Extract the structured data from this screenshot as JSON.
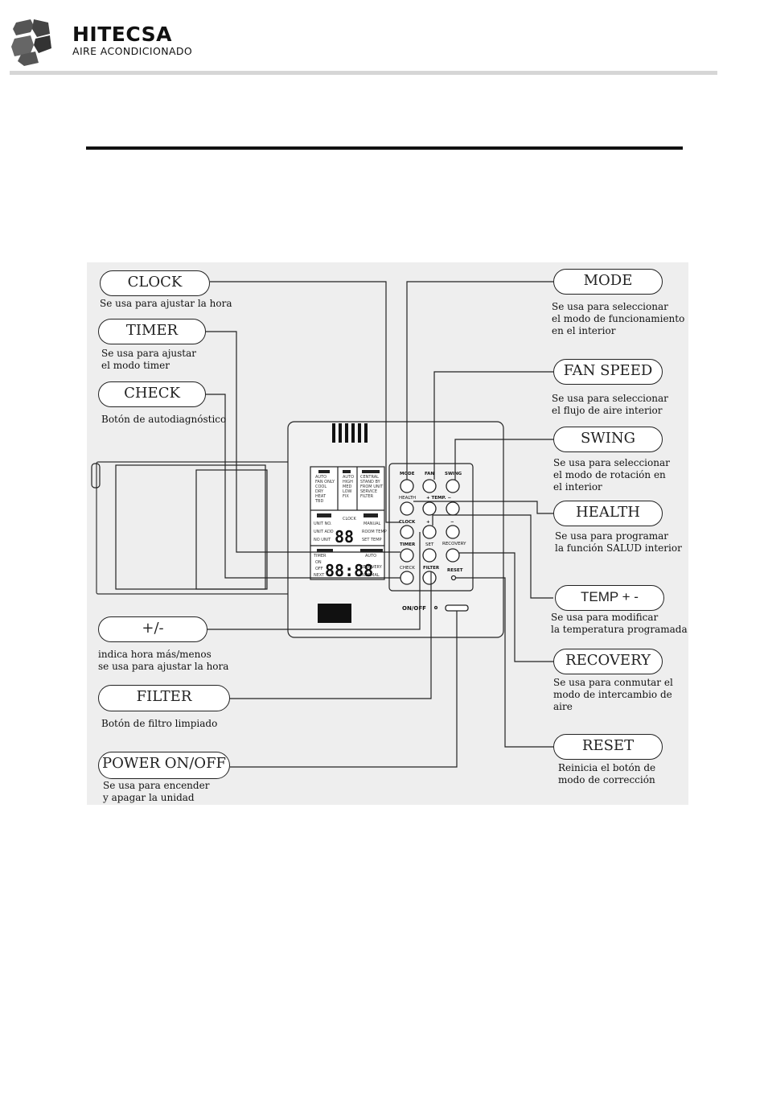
{
  "header": {
    "brand_name": "HITECSA",
    "brand_subtitle": "AIRE ACONDICIONADO"
  },
  "labels": {
    "clock": {
      "title": "CLOCK",
      "desc": [
        "Se usa para ajustar la hora"
      ]
    },
    "timer": {
      "title": "TIMER",
      "desc": [
        "Se usa para ajustar",
        "el modo timer"
      ]
    },
    "check": {
      "title": "CHECK",
      "desc": [
        "Botón de autodiagnóstico"
      ]
    },
    "plusminus": {
      "title": "+/-",
      "desc": [
        "indica hora más/menos",
        "se usa para ajustar la hora"
      ]
    },
    "filter": {
      "title": "FILTER",
      "desc": [
        "Botón de filtro limpiado"
      ]
    },
    "power": {
      "title": "POWER ON/OFF",
      "desc": [
        "Se usa para encender",
        "y apagar la unidad"
      ]
    },
    "mode": {
      "title": "MODE",
      "desc": [
        "Se usa para seleccionar",
        "el modo de funcionamiento",
        "en el interior"
      ]
    },
    "fanspeed": {
      "title": "FAN SPEED",
      "desc": [
        "Se usa para seleccionar",
        "el flujo de aire interior"
      ]
    },
    "swing": {
      "title": "SWING",
      "desc": [
        "Se usa para seleccionar",
        "el modo de rotación en",
        "el interior"
      ]
    },
    "health": {
      "title": "HEALTH",
      "desc": [
        "Se usa para programar",
        "la función SALUD interior"
      ]
    },
    "temp": {
      "title": "TEMP + -",
      "desc": [
        "Se usa para modificar",
        "la temperatura programada"
      ]
    },
    "recovery": {
      "title": "RECOVERY",
      "desc": [
        "Se usa para conmutar el",
        "modo de intercambio de",
        "aire"
      ]
    },
    "reset": {
      "title": "RESET",
      "desc": [
        "Reinicia el botón de",
        "modo de corrección"
      ]
    }
  },
  "panel": {
    "buttons": {
      "mode": "MODE",
      "fan": "FAN",
      "swing": "SWING",
      "health": "HEALTH",
      "temp": "TEMP.",
      "clock": "CLOCK",
      "timer": "TIMER",
      "set": "SET",
      "recovery": "RECOVERY",
      "check": "CHECK",
      "filter": "FILTER",
      "reset": "RESET",
      "onoff": "ON/OFF"
    },
    "lcd": {
      "col1": [
        "AUTO",
        "FAN ONLY",
        "COOL",
        "DRY",
        "HEAT",
        "TBD"
      ],
      "col2": [
        "AUTO",
        "HIGH",
        "MED",
        "LOW",
        "FIX"
      ],
      "col3": [
        "CENTRAL",
        "STAND BY",
        "FROM UNIT",
        "SERVICE",
        "FILTER"
      ],
      "mid_left": [
        "UNIT NO.",
        "UNIT ADD",
        "NO UNIT"
      ],
      "mid_center": "CLOCK",
      "mid_right": [
        "MANUAL",
        "ROOM TEMP",
        "SET TEMP"
      ],
      "digits_temp": "88",
      "digits_clock": "88:88",
      "bottom_left": [
        "TIMER",
        "ON",
        "OFF",
        "NEXT"
      ],
      "bottom_right": [
        "AUTO",
        "RECOVERY",
        "NORMAL"
      ]
    }
  }
}
